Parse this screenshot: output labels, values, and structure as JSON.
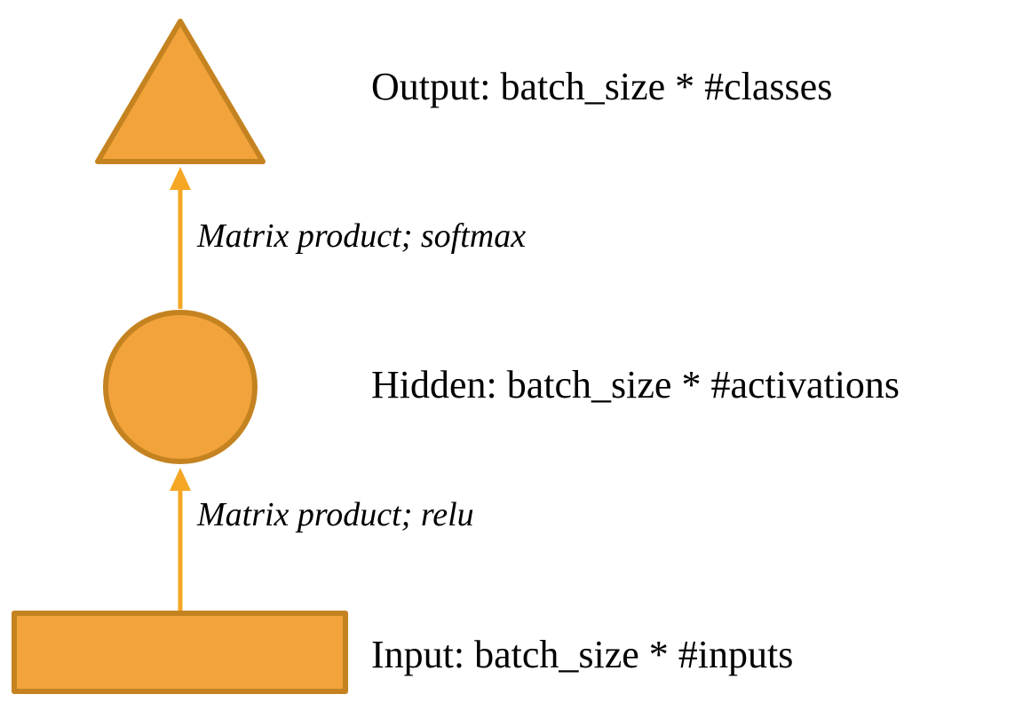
{
  "diagram": {
    "nodes": [
      {
        "id": "output",
        "shape": "triangle",
        "label": "Output: batch_size * #classes"
      },
      {
        "id": "hidden",
        "shape": "circle",
        "label": "Hidden: batch_size * #activations"
      },
      {
        "id": "input",
        "shape": "rectangle",
        "label": "Input: batch_size * #inputs"
      }
    ],
    "edges": [
      {
        "from": "hidden",
        "to": "output",
        "label": "Matrix product; softmax"
      },
      {
        "from": "input",
        "to": "hidden",
        "label": "Matrix product; relu"
      }
    ],
    "colors": {
      "shape_fill": "#F2A33B",
      "shape_stroke": "#C48320",
      "arrow": "#F5A623",
      "text": "#000000",
      "background": "#FFFFFF"
    }
  }
}
